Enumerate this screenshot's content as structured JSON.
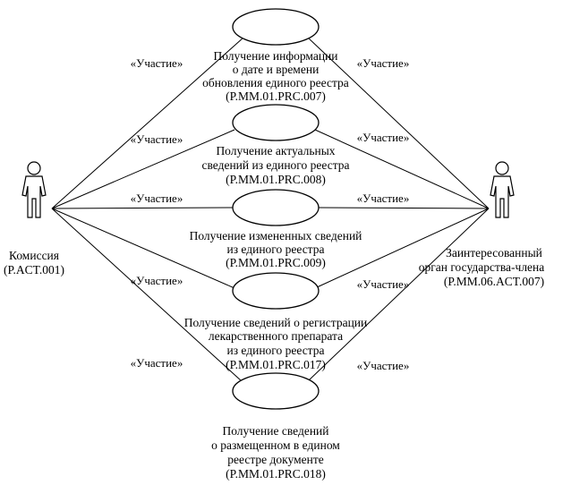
{
  "diagram": {
    "stereotype": "«Участие»",
    "actors": [
      {
        "id": "left",
        "lines": [
          "Комиссия",
          "(P.ACT.001)"
        ]
      },
      {
        "id": "right",
        "lines": [
          "Заинтересованный",
          "орган государства-члена",
          "(P.MM.06.ACT.007)"
        ]
      }
    ],
    "use_cases": [
      {
        "id": "uc1",
        "lines": [
          "Получение информации",
          "о дате и времени",
          "обновления единого реестра",
          "(P.MM.01.PRC.007)"
        ]
      },
      {
        "id": "uc2",
        "lines": [
          "Получение актуальных",
          "сведений из единого реестра",
          "(P.MM.01.PRC.008)"
        ]
      },
      {
        "id": "uc3",
        "lines": [
          "Получение измененных сведений",
          "из единого реестра",
          "(P.MM.01.PRC.009)"
        ]
      },
      {
        "id": "uc4",
        "lines": [
          "Получение сведений о регистрации",
          "лекарственного препарата",
          "из единого реестра",
          "(P.MM.01.PRC.017)"
        ]
      },
      {
        "id": "uc5",
        "lines": [
          "Получение сведений",
          "о размещенном в едином",
          "реестре документе",
          "(P.MM.01.PRC.018)"
        ]
      }
    ]
  }
}
